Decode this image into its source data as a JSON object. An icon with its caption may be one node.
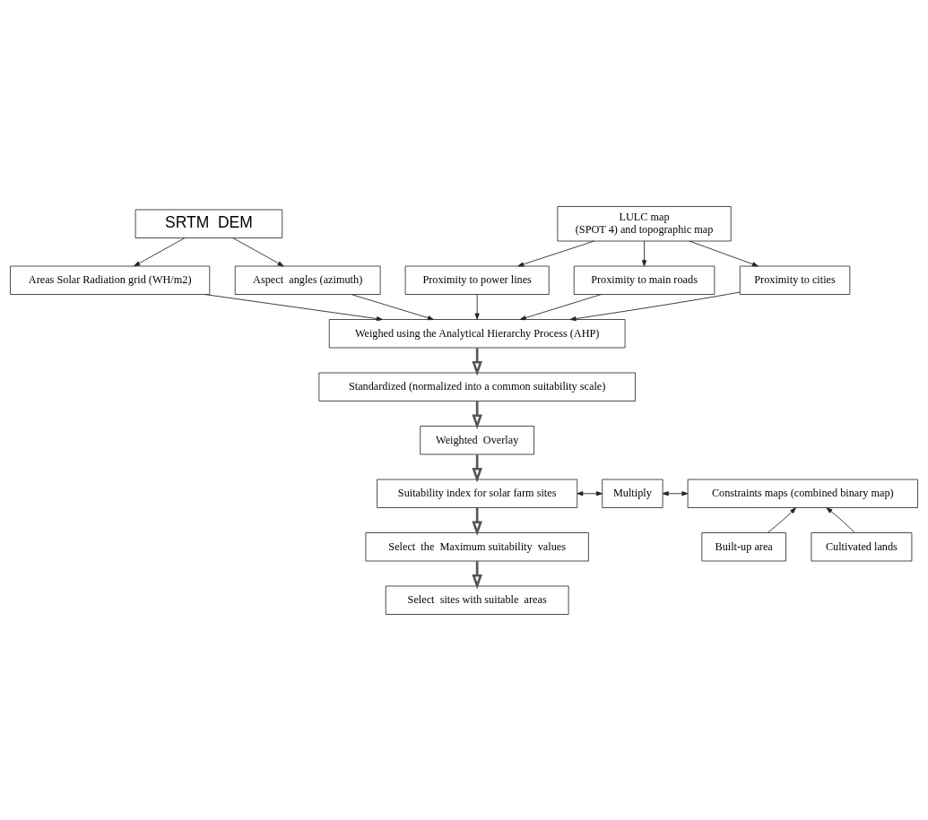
{
  "diagram": {
    "nodes": [
      {
        "text": [
          "SRTM  DEM"
        ]
      },
      {
        "text": [
          "Areas Solar Radiation grid (WH/m2)"
        ]
      },
      {
        "text": [
          "Aspect  angles (azimuth)"
        ]
      },
      {
        "text": [
          "LULC map",
          "(SPOT 4) and topographic map"
        ]
      },
      {
        "text": [
          "Proximity to power lines"
        ]
      },
      {
        "text": [
          "Proximity to main roads"
        ]
      },
      {
        "text": [
          "Proximity to cities"
        ]
      },
      {
        "text": [
          "Weighed using the Analytical Hierarchy Process (AHP)"
        ]
      },
      {
        "text": [
          "Standardized (normalized into a common suitability scale)"
        ]
      },
      {
        "text": [
          "Weighted  Overlay"
        ]
      },
      {
        "text": [
          "Suitability index for solar farm sites"
        ]
      },
      {
        "text": [
          "Multiply"
        ]
      },
      {
        "text": [
          "Constraints maps (combined binary map)"
        ]
      },
      {
        "text": [
          "Built-up area"
        ]
      },
      {
        "text": [
          "Cultivated lands"
        ]
      },
      {
        "text": [
          "Select  the  Maximum suitability  values"
        ]
      },
      {
        "text": [
          "Select  sites with suitable  areas"
        ]
      }
    ],
    "edges": [
      {
        "from": 0,
        "to": 1,
        "arrow": "to"
      },
      {
        "from": 0,
        "to": 2,
        "arrow": "to"
      },
      {
        "from": 3,
        "to": 4,
        "arrow": "to"
      },
      {
        "from": 3,
        "to": 5,
        "arrow": "to"
      },
      {
        "from": 3,
        "to": 6,
        "arrow": "to"
      },
      {
        "from": 1,
        "to": 7,
        "arrow": "to"
      },
      {
        "from": 2,
        "to": 7,
        "arrow": "to"
      },
      {
        "from": 4,
        "to": 7,
        "arrow": "to"
      },
      {
        "from": 5,
        "to": 7,
        "arrow": "to"
      },
      {
        "from": 6,
        "to": 7,
        "arrow": "to"
      },
      {
        "from": 7,
        "to": 8,
        "arrow": "to",
        "style": "thick"
      },
      {
        "from": 8,
        "to": 9,
        "arrow": "to",
        "style": "thick"
      },
      {
        "from": 9,
        "to": 10,
        "arrow": "to",
        "style": "thick"
      },
      {
        "from": 10,
        "to": 11,
        "arrow": "both"
      },
      {
        "from": 11,
        "to": 12,
        "arrow": "both"
      },
      {
        "from": 13,
        "to": 12,
        "arrow": "to"
      },
      {
        "from": 14,
        "to": 12,
        "arrow": "to"
      },
      {
        "from": 10,
        "to": 15,
        "arrow": "to",
        "style": "thick"
      },
      {
        "from": 15,
        "to": 16,
        "arrow": "to",
        "style": "thick"
      }
    ]
  }
}
